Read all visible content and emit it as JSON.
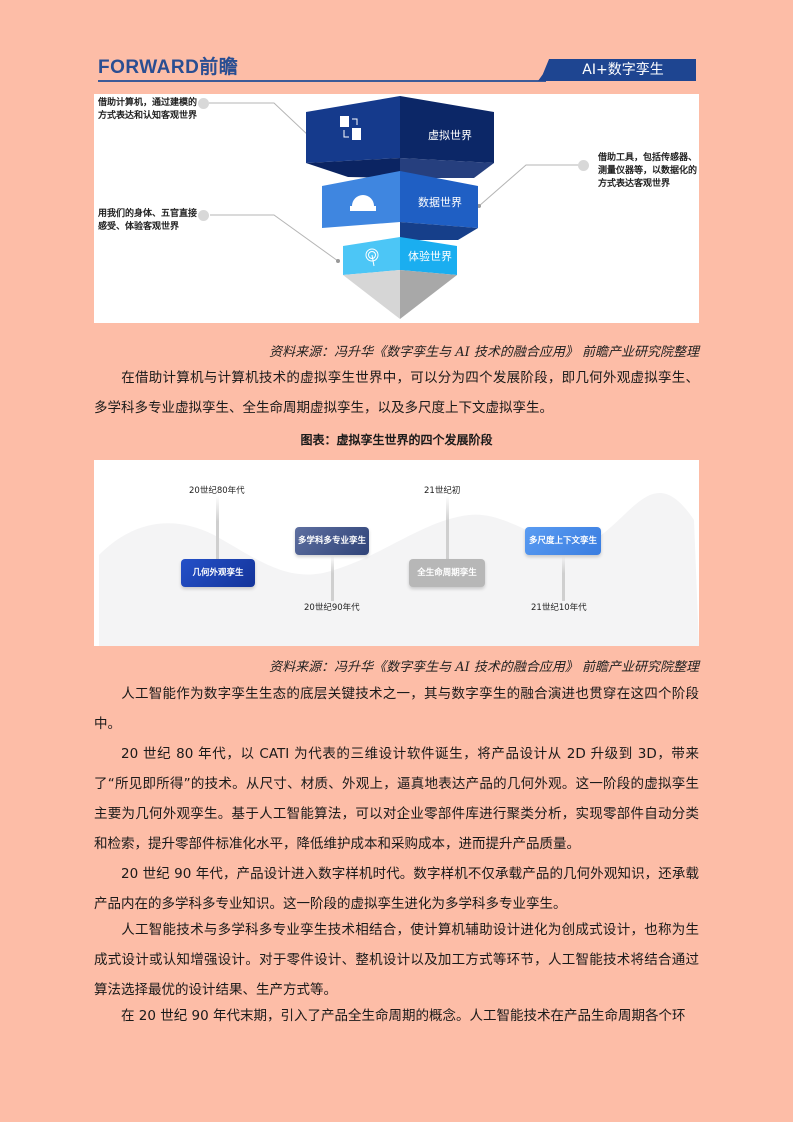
{
  "header": {
    "logo_text": "FORWARD前瞻",
    "section_tab": "AI+数字孪生",
    "colors": {
      "brand": "#2a4e92",
      "tab_bg": "#1e4591"
    }
  },
  "figure1": {
    "layers": [
      {
        "label": "虚拟世界",
        "icon": "copy-documents-icon",
        "color_front": "#0f2e78",
        "color_side": "#0b2565"
      },
      {
        "label": "数据世界",
        "icon": "gear-ruler-icon",
        "color_front": "#3f86e0",
        "color_side": "#1f5fc4"
      },
      {
        "label": "体验世界",
        "icon": "fingerprint-touch-icon",
        "color_front": "#4cc6f6",
        "color_side": "#20b0ef"
      }
    ],
    "annotations": {
      "virtual": "借助计算机，通过建模的方式表达和认知客观世界",
      "data": "借助工具，包括传感器、测量仪器等，以数据化的方式表达客观世界",
      "experience": "用我们的身体、五官直接感受、体验客观世界"
    },
    "source": "资料来源：冯升华《数字孪生与 AI 技术的融合应用》 前瞻产业研究院整理"
  },
  "intro_paragraph": "在借助计算机与计算机技术的虚拟孪生世界中，可以分为四个发展阶段，即几何外观虚拟孪生、多学科多专业虚拟孪生、全生命周期虚拟孪生，以及多尺度上下文虚拟孪生。",
  "figure2": {
    "title": "图表：虚拟孪生世界的四个发展阶段",
    "stages": [
      {
        "name": "几何外观孪生",
        "period": "20世纪80年代",
        "color": "#1c48b8"
      },
      {
        "name": "多学科多专业孪生",
        "period": "20世纪90年代",
        "color": "#3d5188"
      },
      {
        "name": "全生命周期孪生",
        "period": "21世纪初",
        "color": "#b3b3b3"
      },
      {
        "name": "多尺度上下文孪生",
        "period": "21世纪10年代",
        "color": "#4a8ff0"
      }
    ],
    "source": "资料来源：冯升华《数字孪生与 AI 技术的融合应用》 前瞻产业研究院整理"
  },
  "body_paragraphs": [
    "人工智能作为数字孪生生态的底层关键技术之一，其与数字孪生的融合演进也贯穿在这四个阶段中。",
    "20 世纪 80 年代，以 CATI 为代表的三维设计软件诞生，将产品设计从 2D 升级到 3D，带来了“所见即所得”的技术。从尺寸、材质、外观上，逼真地表达产品的几何外观。这一阶段的虚拟孪生主要为几何外观孪生。基于人工智能算法，可以对企业零部件库进行聚类分析，实现零部件自动分类和检索，提升零部件标准化水平，降低维护成本和采购成本，进而提升产品质量。",
    "20 世纪 90 年代，产品设计进入数字样机时代。数字样机不仅承载产品的几何外观知识，还承载产品内在的多学科多专业知识。这一阶段的虚拟孪生进化为多学科多专业孪生。",
    "人工智能技术与多学科多专业孪生技术相结合，使计算机辅助设计进化为创成式设计，也称为生成式设计或认知增强设计。对于零件设计、整机设计以及加工方式等环节，人工智能技术将结合通过算法选择最优的设计结果、生产方式等。",
    "在 20 世纪 90 年代末期，引入了产品全生命周期的概念。人工智能技术在产品生命周期各个环"
  ],
  "page": {
    "background": "#fdbda7"
  }
}
